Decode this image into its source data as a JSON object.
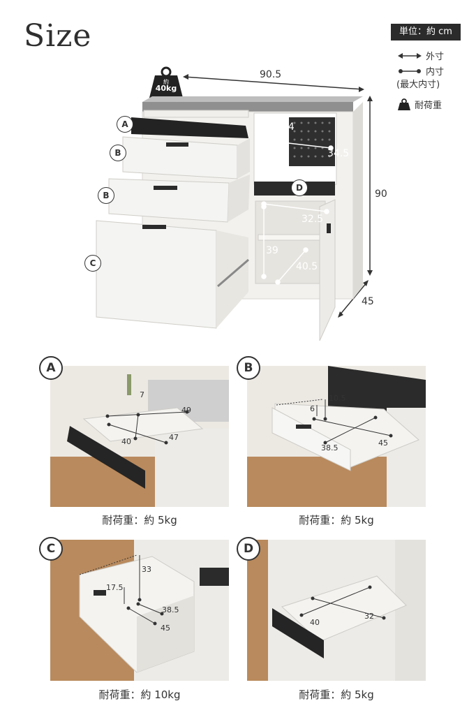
{
  "title": "Size",
  "legend": {
    "unit": "単位：約 cm",
    "outer": "外寸",
    "inner": "内寸",
    "inner_max": "(最大内寸)",
    "load": "耐荷重"
  },
  "weight_badge": {
    "line1": "約",
    "line2": "40kg"
  },
  "main_dims": {
    "width": "90.5",
    "height": "90",
    "depth": "45",
    "shelf_h": "34",
    "shelf_w": "34.5",
    "lower_w": "32.5",
    "lower_h": "39",
    "lower_d": "40.5"
  },
  "part_labels": {
    "a": "A",
    "b1": "B",
    "b2": "B",
    "c": "C",
    "d": "D"
  },
  "panels": {
    "a": {
      "letter": "A",
      "dims": [
        "7",
        "49",
        "40",
        "47"
      ],
      "caption": "耐荷重：約 5kg"
    },
    "b": {
      "letter": "B",
      "dims": [
        "10.5",
        "6",
        "38.5",
        "45"
      ],
      "caption": "耐荷重：約 5kg"
    },
    "c": {
      "letter": "C",
      "dims": [
        "33",
        "17.5",
        "38.5",
        "45"
      ],
      "caption": "耐荷重：約 10kg"
    },
    "d": {
      "letter": "D",
      "dims": [
        "40",
        "32"
      ],
      "caption": "耐荷重：約 5kg"
    }
  },
  "colors": {
    "dark": "#2b2b2b",
    "wood_white": "#ecebe7",
    "floor": "#b9895c",
    "wall": "#e8e4de"
  }
}
